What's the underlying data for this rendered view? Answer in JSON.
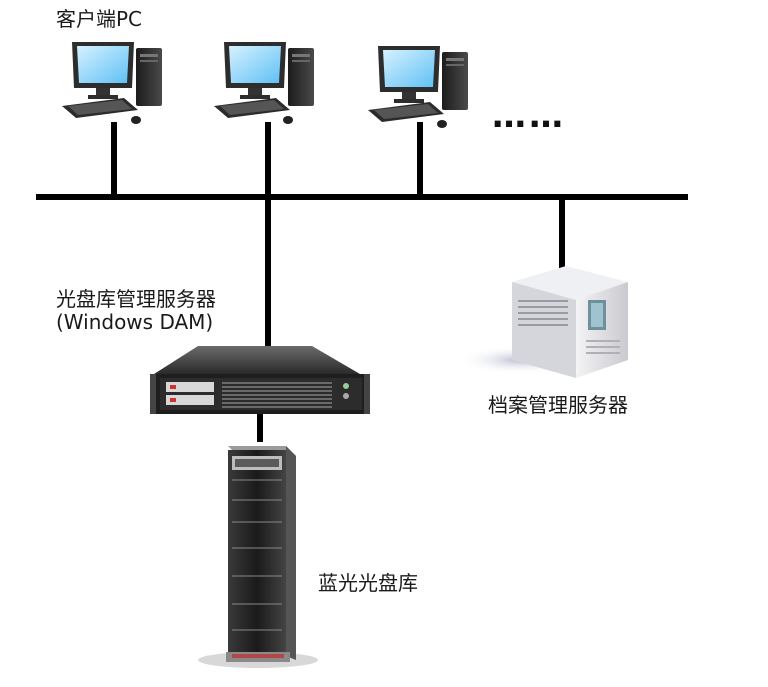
{
  "labels": {
    "client_pc": "客户端PC",
    "disc_library_server_line1": "光盘库管理服务器",
    "disc_library_server_line2": "(Windows DAM)",
    "archive_server": "档案管理服务器",
    "bluray_library": "蓝光光盘库",
    "more_clients": "……"
  },
  "icons": {
    "client_pc": "desktop-computer-icon",
    "disc_library_server": "rack-server-icon",
    "archive_server": "tower-server-icon",
    "bluray_library": "cabinet-rack-icon"
  },
  "colors": {
    "line": "#000000",
    "monitor_screen": "#8fd3ff",
    "device_dark": "#2b2b2b",
    "device_light": "#dcdcdc"
  }
}
